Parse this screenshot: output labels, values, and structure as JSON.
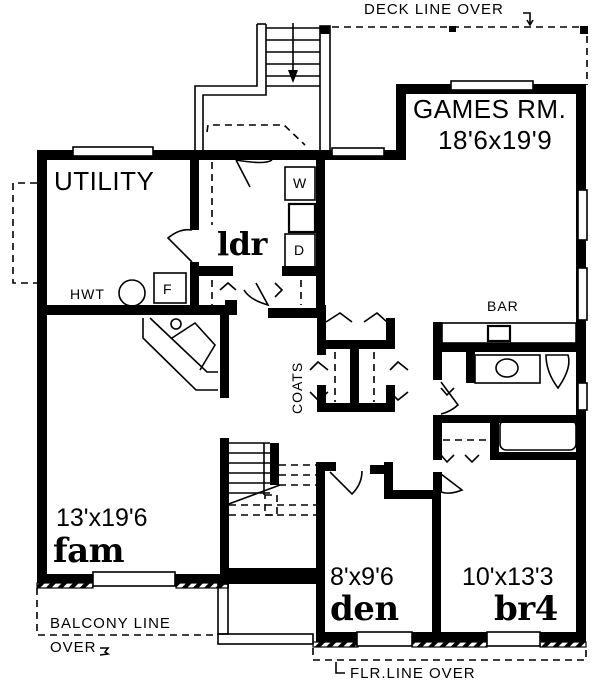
{
  "plan": {
    "type": "floor-plan",
    "notes": {
      "deck_line": "DECK LINE OVER",
      "balcony_line_1": "BALCONY LINE",
      "balcony_line_2": "OVER",
      "floor_line": "FLR.LINE OVER"
    },
    "rooms": {
      "games": {
        "name": "GAMES RM.",
        "dims": "18'6x19'9"
      },
      "utility": {
        "name": "UTILITY"
      },
      "laundry": {
        "name": "ldr"
      },
      "family": {
        "name": "fam",
        "dims": "13'x19'6"
      },
      "den": {
        "name": "den",
        "dims": "8'x9'6"
      },
      "bedroom4": {
        "name": "br4",
        "dims": "10'x13'3"
      }
    },
    "fixtures": {
      "hwt": "HWT",
      "furnace": "F",
      "washer": "W",
      "dryer": "D",
      "bar": "BAR",
      "coats": "COATS"
    },
    "colors": {
      "line": "#000000",
      "background": "#ffffff"
    }
  }
}
